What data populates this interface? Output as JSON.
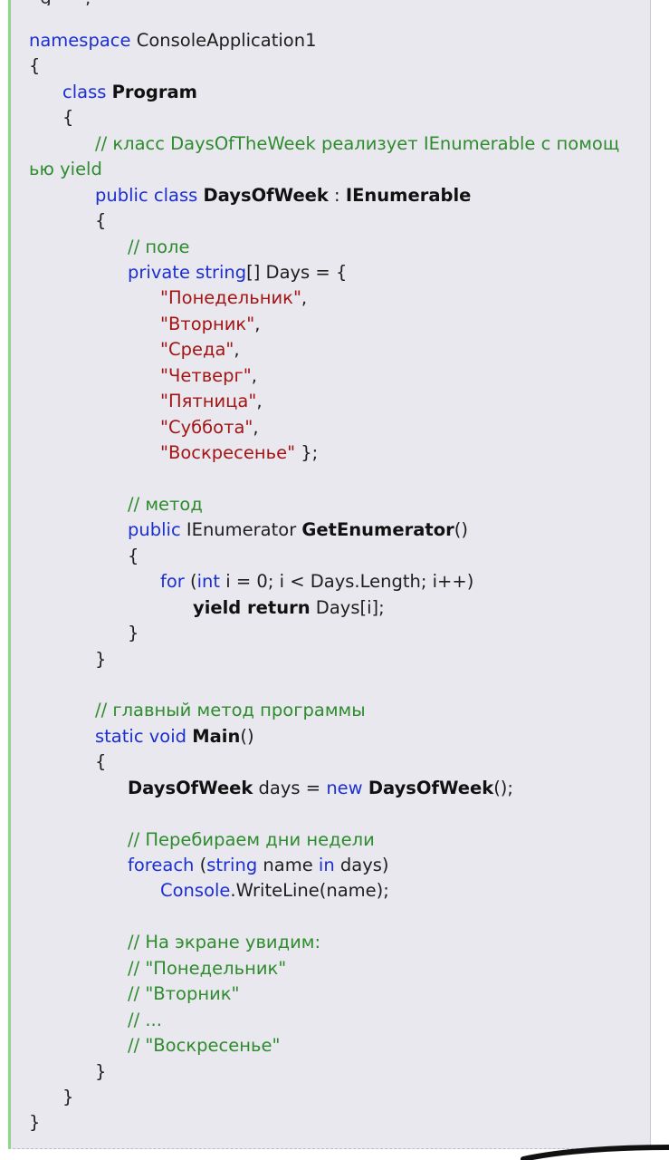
{
  "kw": {
    "namespace": "namespace",
    "class": "class",
    "public": "public",
    "private": "private",
    "string": "string",
    "for": "for",
    "int": "int",
    "yield_return": "yield return",
    "static": "static",
    "void": "void",
    "new": "new",
    "foreach": "foreach",
    "in": "in",
    "console": "Console"
  },
  "lines": {
    "l0": "ConsoleApplication1",
    "l1": "{",
    "l2": "Program",
    "l3": "{",
    "l4": "// класс DaysOfTheWeek реализует IEnumerable с помощ",
    "l5": "ью yield",
    "l6_name": "DaysOfWeek",
    "l6_sep": " : ",
    "l6_iface": "IEnumerable",
    "l7": "{",
    "l8": "// поле",
    "l9_rest": "[] Days = {",
    "days": [
      "\"Понедельник\"",
      "\"Вторник\"",
      "\"Среда\"",
      "\"Четверг\"",
      "\"Пятница\"",
      "\"Суббота\"",
      "\"Воскресенье\""
    ],
    "comma": ",",
    "days_close": " };",
    "l18": "// метод",
    "l19_type": " IEnumerator ",
    "l19_name": "GetEnumerator",
    "l19_parens": "()",
    "l20": "{",
    "l21_open": " (",
    "l21_rest": " i = 0; i < Days.Length; i++)",
    "l22_rest": " Days[i];",
    "l23": "}",
    "l24": "}",
    "l26": "// главный метод программы",
    "l27_name": "Main",
    "l27_parens": "()",
    "l28": "{",
    "l29_type": "DaysOfWeek",
    "l29_mid": " days = ",
    "l29_ctor": "DaysOfWeek",
    "l29_end": "();",
    "l31": "// Перебираем дни недели",
    "l32_open": " (",
    "l32_mid": " name ",
    "l32_end": " days)",
    "l33_rest": ".WriteLine(name);",
    "l35": "// На экране увидим:",
    "l36": "// \"Понедельник\"",
    "l37": "// \"Вторник\"",
    "l38": "// ...",
    "l39": "// \"Воскресенье\"",
    "l40": "}",
    "l41": "}",
    "l42": "}"
  },
  "colors": {
    "keyword": "#1b2fd0",
    "comment": "#2e8b2e",
    "string": "#a31515",
    "background": "#e9e8ee",
    "accent_border": "#8fd68a"
  }
}
